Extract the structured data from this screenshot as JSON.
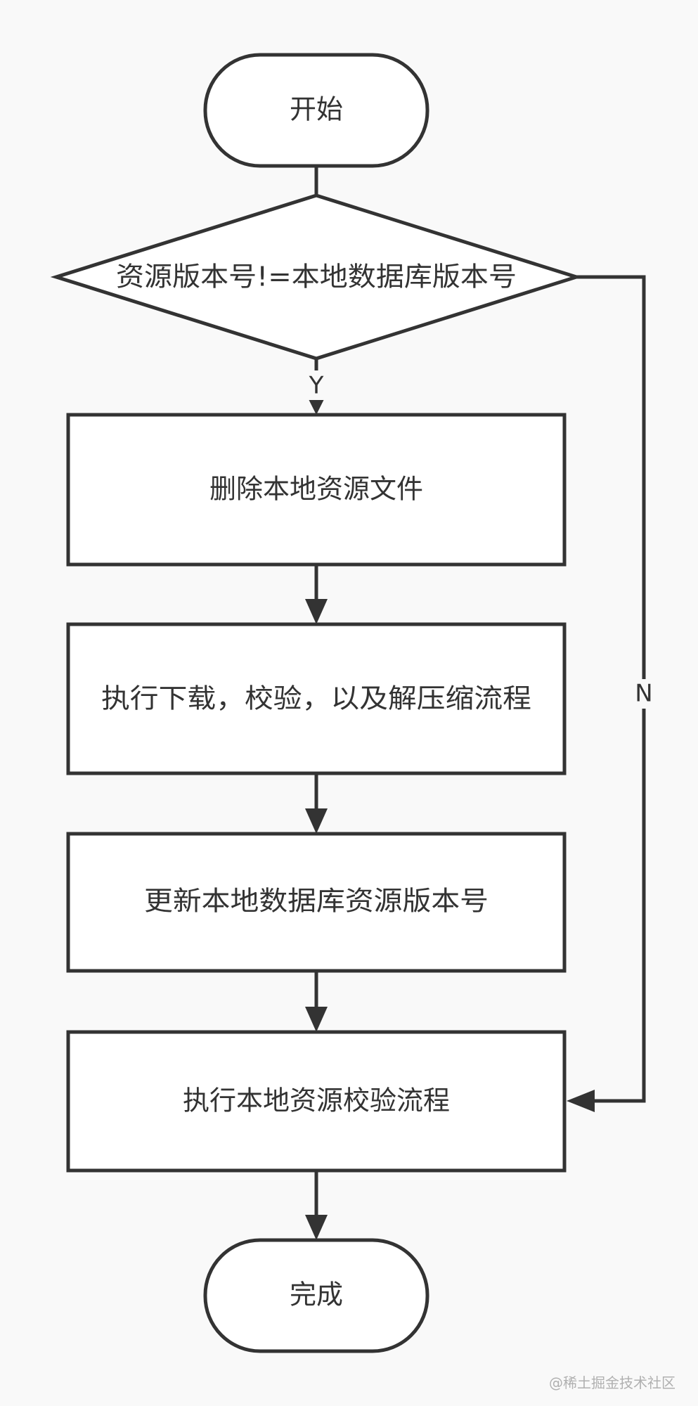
{
  "diagram": {
    "nodes": {
      "start": "开始",
      "decision": "资源版本号!=本地数据库版本号",
      "delete": "删除本地资源文件",
      "download": "执行下载，校验，以及解压缩流程",
      "update": "更新本地数据库资源版本号",
      "verify": "执行本地资源校验流程",
      "end": "完成"
    },
    "edges": {
      "yes_label": "Y",
      "no_label": "N"
    }
  },
  "watermark": "@稀土掘金技术社区",
  "colors": {
    "background": "#f9f9f9",
    "stroke": "#333333",
    "node_fill": "#ffffff"
  }
}
